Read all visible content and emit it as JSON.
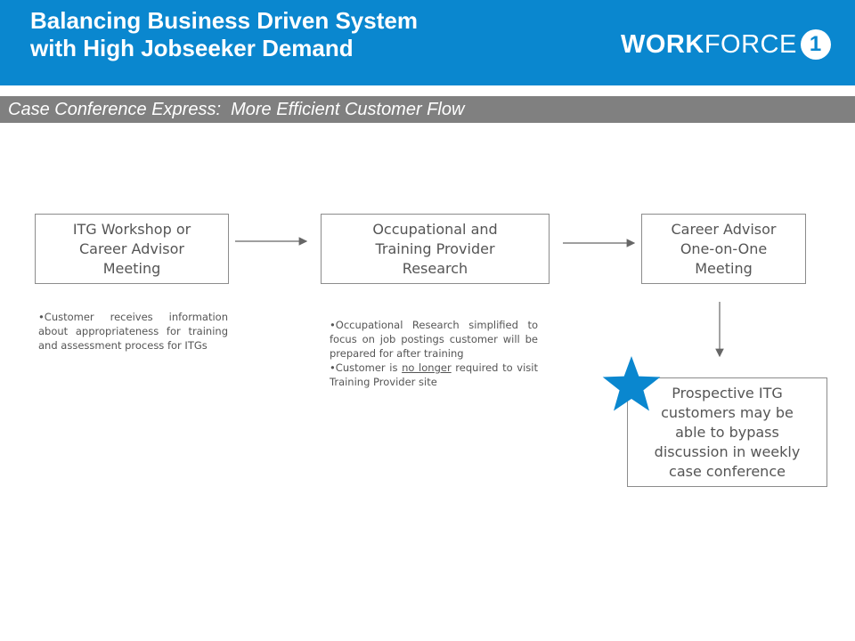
{
  "header": {
    "title_line1": "Balancing Business Driven System",
    "title_line2": "with High Jobseeker Demand",
    "logo_bold": "WORK",
    "logo_light": "FORCE",
    "logo_badge": "1"
  },
  "subheader": {
    "text": "Case Conference Express:  More Efficient Customer Flow"
  },
  "colors": {
    "header_bg": "#0a87cf",
    "subheader_bg": "#808080",
    "star": "#0a87cf"
  },
  "flow": {
    "step1": {
      "line1": "ITG Workshop or",
      "line2": "Career Advisor",
      "line3": "Meeting"
    },
    "step2": {
      "line1": "Occupational and",
      "line2": "Training Provider",
      "line3": "Research"
    },
    "step3": {
      "line1": "Career Advisor",
      "line2": "One-on-One",
      "line3": "Meeting"
    },
    "step4": {
      "line1": "Prospective ITG",
      "line2": "customers may be",
      "line3": "able to bypass",
      "line4": "discussion in weekly",
      "line5": "case conference"
    }
  },
  "notes": {
    "note1": "•Customer receives information about appropriateness for training and assessment process for ITGs",
    "note2_bullet1": "•Occupational Research simplified to focus on job postings customer will be prepared for after training",
    "note2_bullet2_pre": "•Customer is ",
    "note2_bullet2_emph": "no longer",
    "note2_bullet2_post": " required to visit Training Provider site"
  },
  "icons": [
    "star-icon",
    "arrow-right-icon",
    "arrow-down-icon"
  ]
}
